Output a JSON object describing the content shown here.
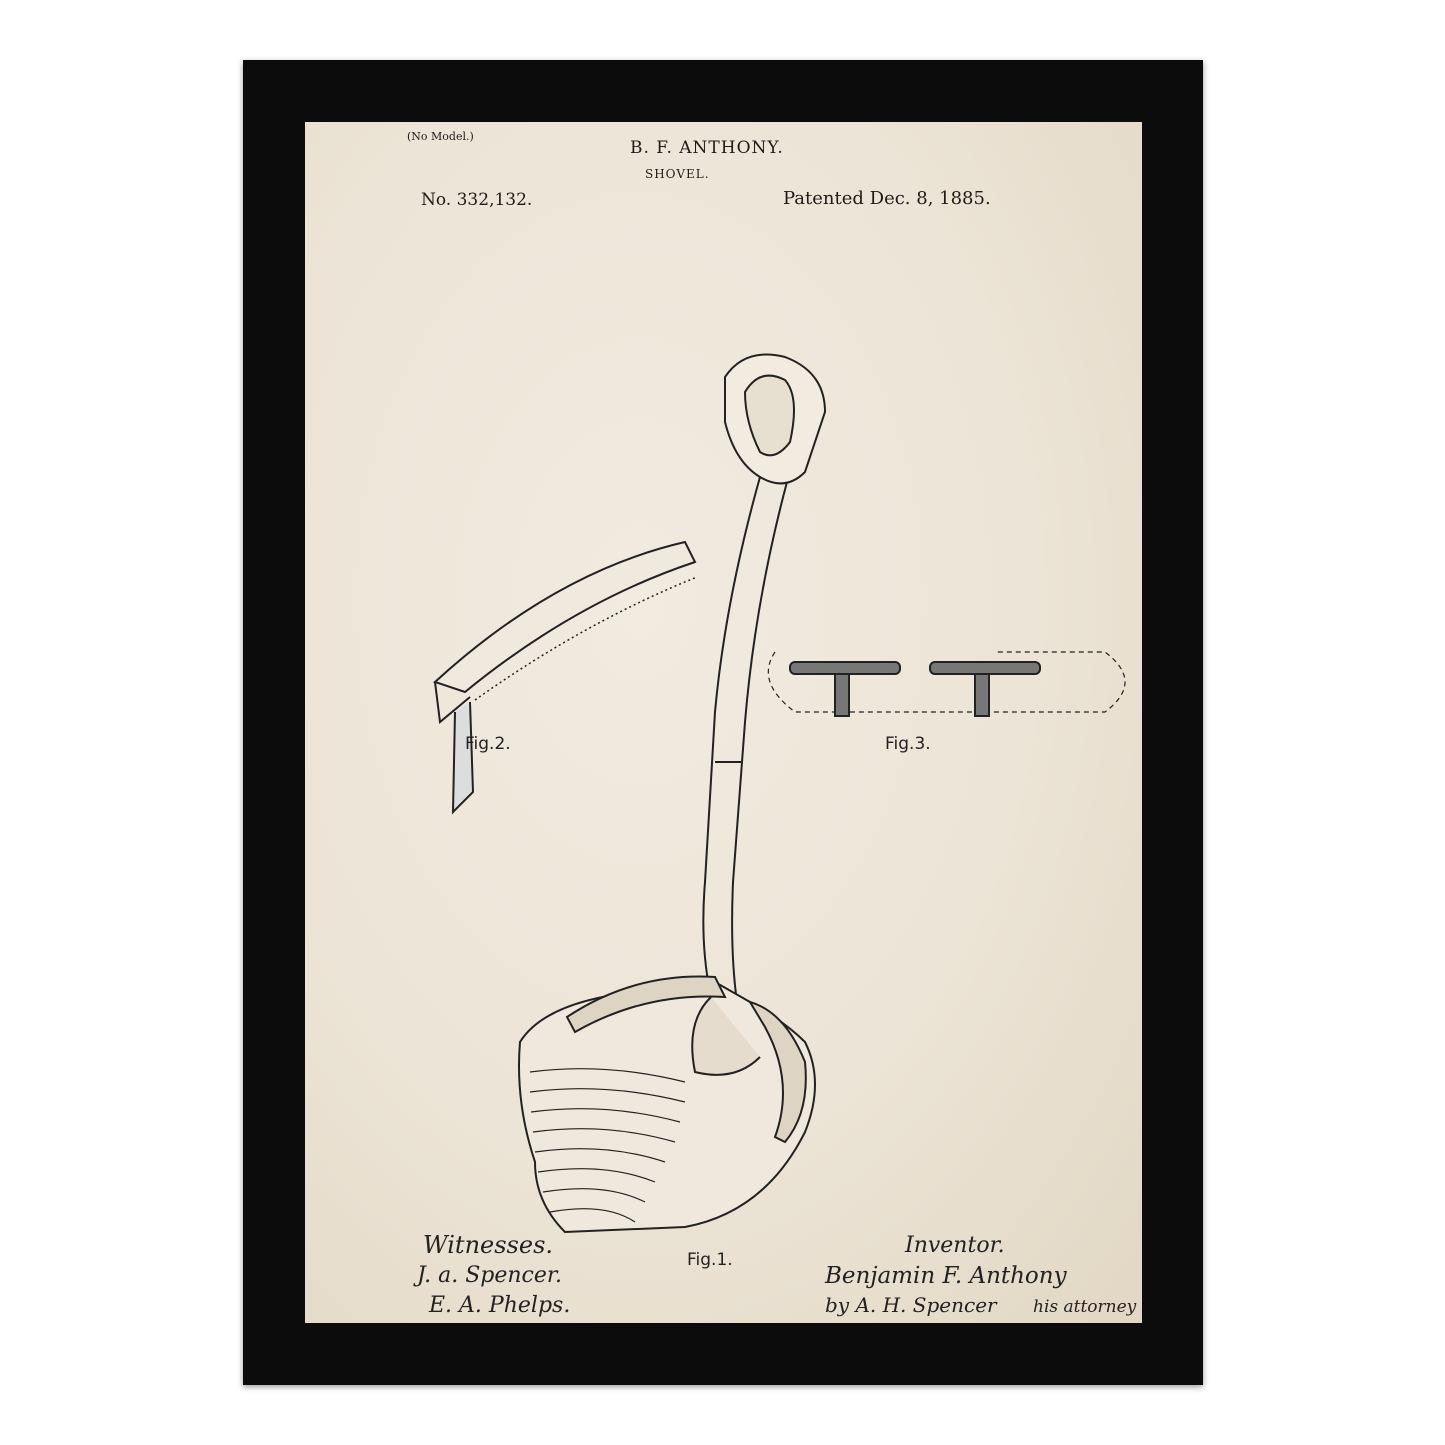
{
  "header": {
    "no_model": "(No Model.)",
    "inventor_name": "B. F. ANTHONY.",
    "subject": "SHOVEL.",
    "patent_number": "No. 332,132.",
    "patent_date": "Patented Dec. 8, 1885."
  },
  "figures": {
    "fig1": "Fig.1.",
    "fig2": "Fig.2.",
    "fig3": "Fig.3."
  },
  "signatures": {
    "witnesses_label": "Witnesses.",
    "witness1": "J. a. Spencer.",
    "witness2": "E. A. Phelps.",
    "inventor_label": "Inventor.",
    "inventor": "Benjamin F. Anthony",
    "attorney": "by A. H. Spencer",
    "attorney_suffix": "his attorney"
  },
  "colors": {
    "frame": "#0c0c0c",
    "paper": "#ece4d6",
    "ink": "#1e1b18"
  }
}
